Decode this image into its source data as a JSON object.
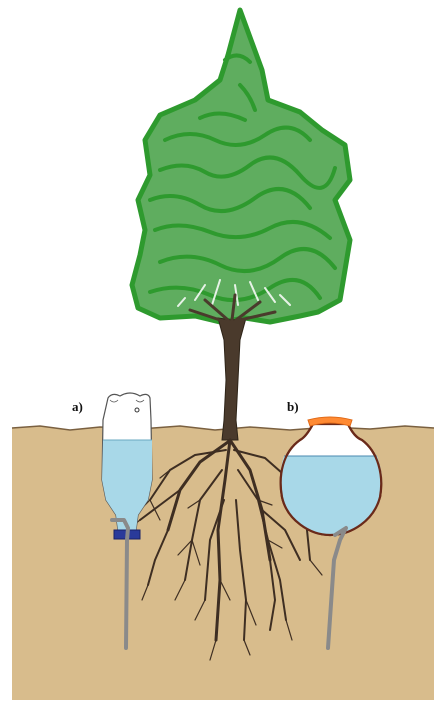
{
  "labels": {
    "a": "a)",
    "b": "b)"
  },
  "colors": {
    "background": "#ffffff",
    "soil": "#d8bc8c",
    "soil_line": "#7a6040",
    "foliage": "#5fad5f",
    "foliage_stroke": "#2e9a2e",
    "trunk": "#4a3a2c",
    "water": "#a8d8e8",
    "bottle_outline": "#555555",
    "cap": "#2a3a9a",
    "olla_rim": "#ff8a33",
    "olla_outline": "#6a2a1a",
    "tube": "#8a8a8a"
  },
  "elements": [
    "tree",
    "soil",
    "plastic-bottle-irrigator",
    "clay-pot-olla",
    "root-system"
  ]
}
